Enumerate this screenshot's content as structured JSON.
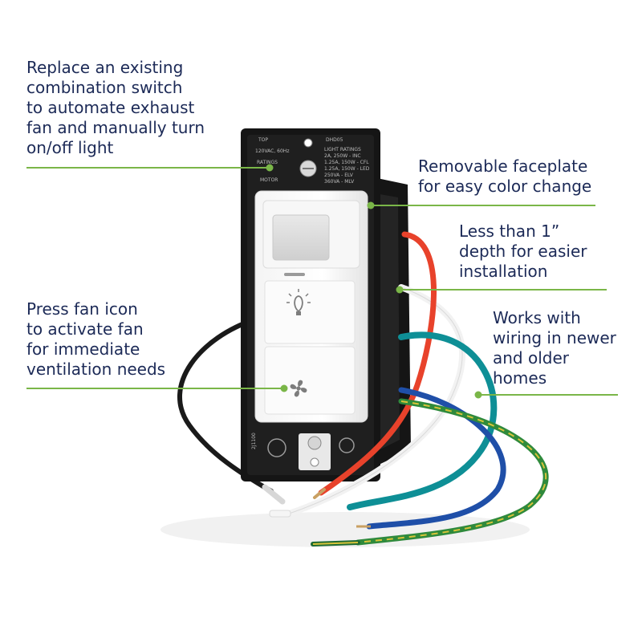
{
  "callouts": [
    {
      "id": "automate-switch",
      "lines": [
        "Replace an existing",
        "combination switch",
        "to automate exhaust",
        "fan and manually turn",
        "on/off light"
      ]
    },
    {
      "id": "faceplate",
      "lines": [
        "Removable faceplate",
        "for easy color change"
      ]
    },
    {
      "id": "depth",
      "lines": [
        "Less than 1”",
        "depth for easier",
        "installation"
      ]
    },
    {
      "id": "fan-icon",
      "lines": [
        "Press fan icon",
        "to activate fan",
        "for immediate",
        "ventilation needs"
      ]
    },
    {
      "id": "wiring",
      "lines": [
        "Works with",
        "wiring in newer",
        "and older",
        "homes"
      ]
    }
  ],
  "device": {
    "top_label": "TOP",
    "model": "DHD05",
    "voltage": "120VAC, 60Hz",
    "ratings_label": "RATINGS",
    "light_ratings_lines": [
      "LIGHT RATINGS",
      "2A, 250W - INC",
      "1.25A, 150W - CFL",
      "1.25A, 150W - LED",
      "250VA - ELV",
      "360VA - MLV"
    ],
    "motor_label": "MOTOR",
    "side_code": "2J1100"
  },
  "colors": {
    "text": "#1c2a57",
    "leader_line": "#7ab648",
    "wire_red": "#e8422b",
    "wire_black": "#1a1a1a",
    "wire_teal": "#0e8f96",
    "wire_blue": "#1f4fa8",
    "wire_green_yellow": "#2f8a3c",
    "wire_white": "#f2f2f2"
  },
  "icons": [
    "light-bulb-icon",
    "fan-icon"
  ]
}
